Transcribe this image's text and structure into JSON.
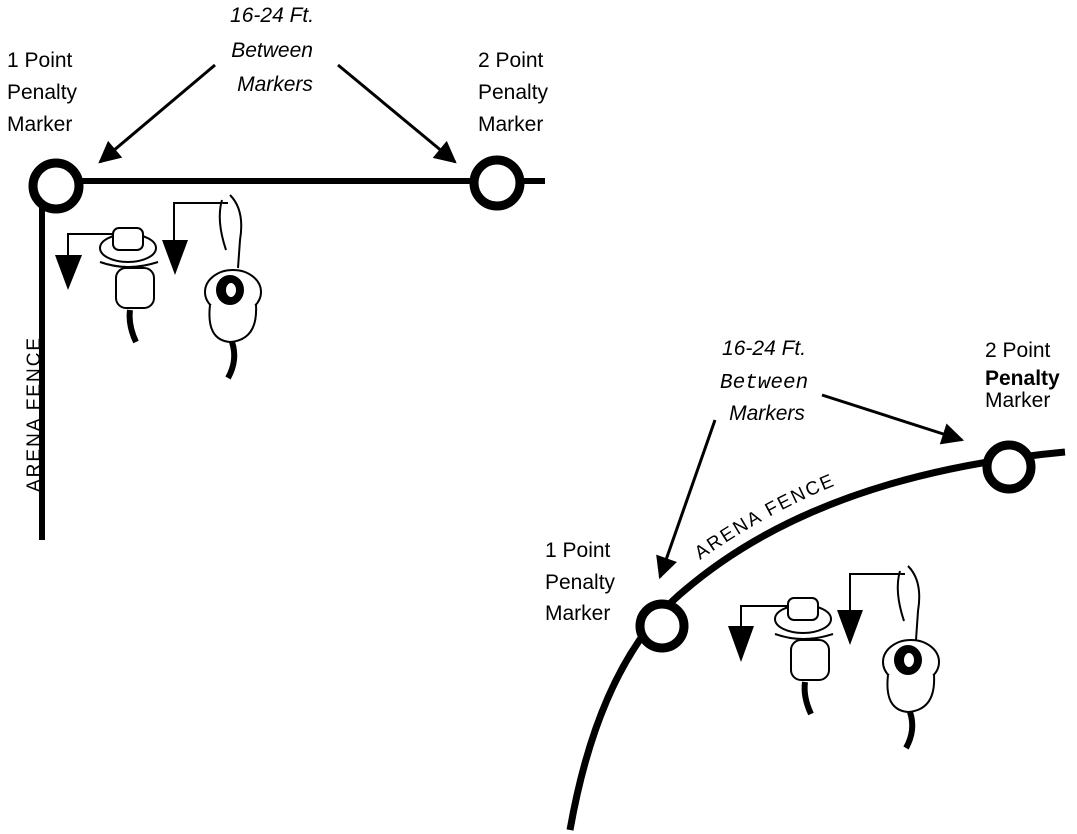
{
  "diagram_left": {
    "spacing_label": [
      "16-24 Ft.",
      "Between",
      "Markers"
    ],
    "marker_1_label": [
      "1 Point",
      "Penalty",
      "Marker"
    ],
    "marker_2_label": [
      "2 Point",
      "Penalty",
      "Marker"
    ],
    "fence_label": "ARENA FENCE"
  },
  "diagram_right": {
    "spacing_label": [
      "16-24 Ft.",
      "Between",
      "Markers"
    ],
    "marker_1_label": [
      "1 Point",
      "Penalty",
      "Marker"
    ],
    "marker_2_label": [
      "2 Point",
      "Penalty",
      "Marker"
    ],
    "fence_label": "ARENA FENCE"
  },
  "colors": {
    "ink": "#000000",
    "paper": "#ffffff"
  }
}
